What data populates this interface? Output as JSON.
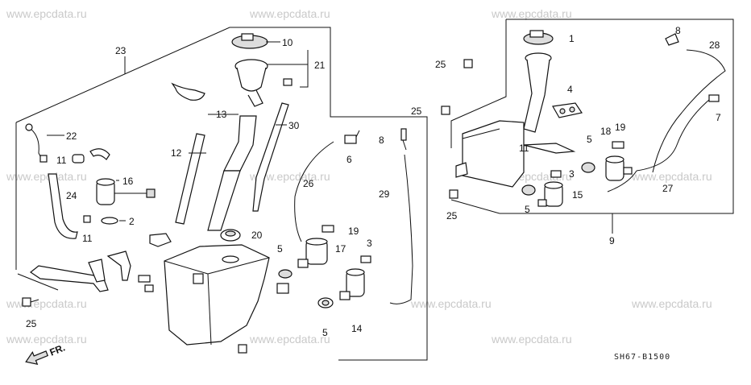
{
  "watermark": "www.epcdata.ru",
  "diagram_code": "SH67-B1500",
  "front_indicator": "FR.",
  "left_group_label": "23",
  "right_group_label": "9",
  "callouts": {
    "c1": "1",
    "c2": "2",
    "c3": "3",
    "c3b": "3",
    "c4": "4",
    "c5a": "5",
    "c5b": "5",
    "c5c": "5",
    "c5d": "5",
    "c6": "6",
    "c7": "7",
    "c8a": "8",
    "c8b": "8",
    "c10": "10",
    "c11a": "11",
    "c11b": "11",
    "c11c": "11",
    "c12": "12",
    "c13": "13",
    "c14": "14",
    "c15": "15",
    "c16": "16",
    "c17": "17",
    "c18": "18",
    "c19a": "19",
    "c19b": "19",
    "c20": "20",
    "c21": "21",
    "c22": "22",
    "c24": "24",
    "c25a": "25",
    "c25b": "25",
    "c25c": "25",
    "c25d": "25",
    "c26": "26",
    "c27": "27",
    "c28": "28",
    "c29": "29",
    "c30": "30"
  }
}
